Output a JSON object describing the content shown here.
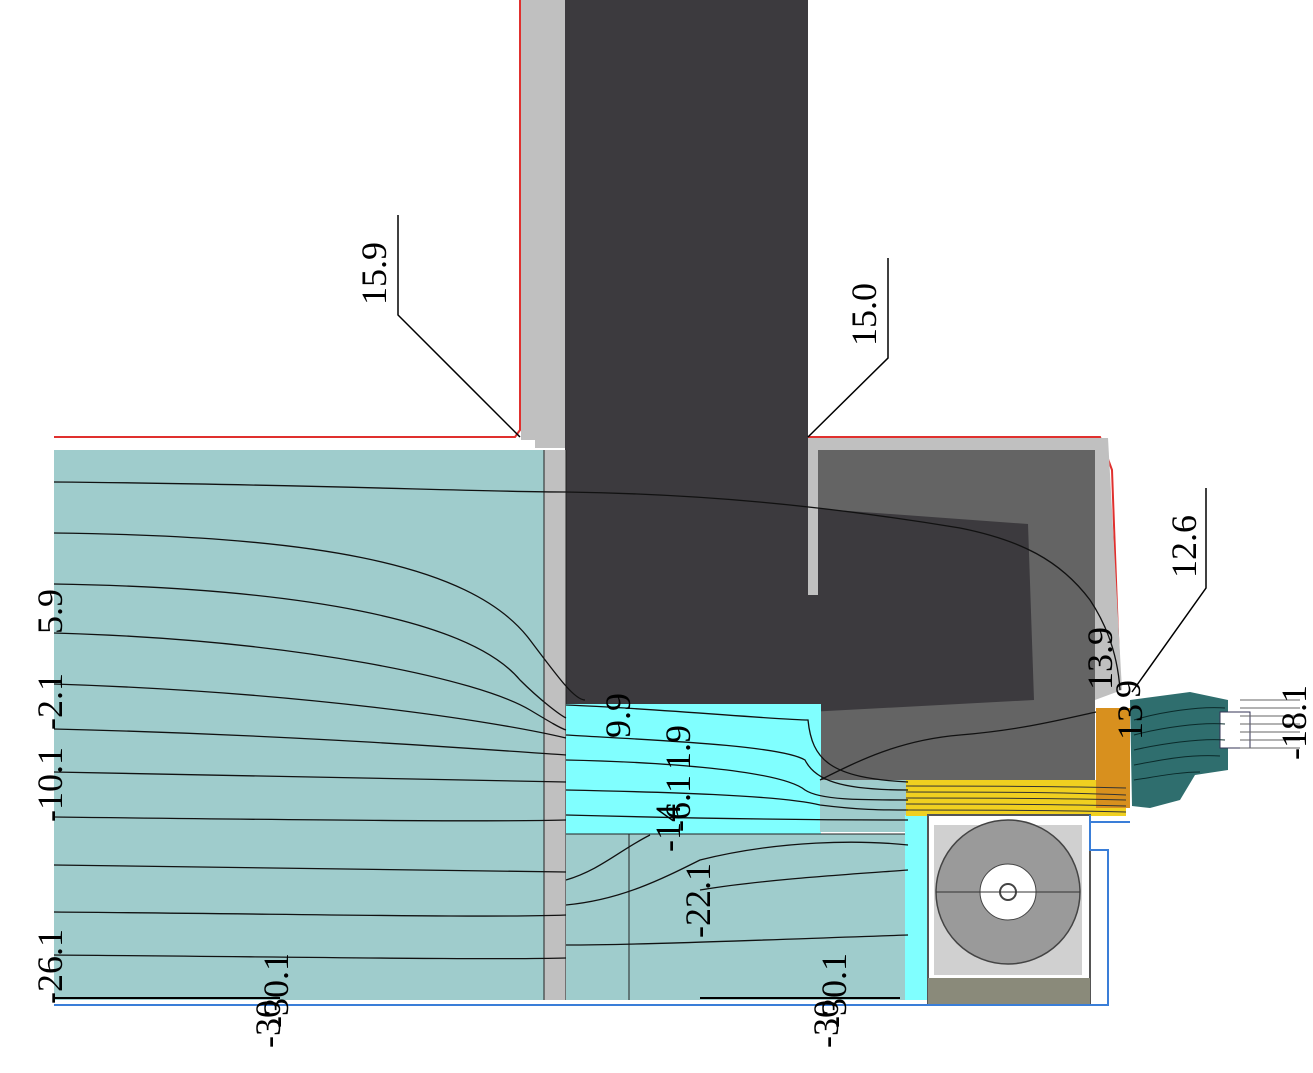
{
  "labels": {
    "surf_wall_top": "15.9",
    "surf_wall_inner": "15.0",
    "surf_sill": "12.6",
    "iso_5_9": "5.9",
    "iso_m2_1": "-2.1",
    "iso_m10_1": "-10.1",
    "iso_m26_1": "-26.1",
    "iso_m30_1_left": "-30.1",
    "iso_m30_1_right": "-30.1",
    "bottom_m30_left": "-30",
    "bottom_m30_right": "-30",
    "iso_9_9": "9.9",
    "iso_1_9": "1.9",
    "iso_m6_1": "-6.1",
    "iso_m14": "-14",
    "iso_m22_1": "-22.1",
    "iso_13_9": "13.9",
    "iso_13": "13",
    "iso_9": "9",
    "iso_m18_1": "-18.1"
  },
  "colors": {
    "insulation": "#9fcccc",
    "cyan_block": "#80ffff",
    "concrete_dark": "#3c3a3e",
    "concrete_mid": "#646464",
    "plaster": "#c0c0c0",
    "red_edge": "#e0302e",
    "yellow_frame": "#f0d020",
    "orange_wood": "#d8901e",
    "teal_glass": "#2f6e6e",
    "blue_edge": "#3a7ed8"
  }
}
